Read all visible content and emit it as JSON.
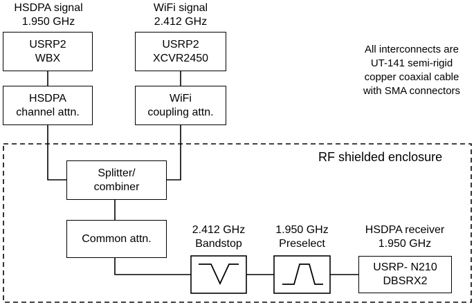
{
  "sources": {
    "hsdpa": {
      "signal_label": "HSDPA signal",
      "freq": "1.950 GHz"
    },
    "wifi": {
      "signal_label": "WiFi signal",
      "freq": "2.412 GHz"
    }
  },
  "blocks": {
    "usrp2_wbx": [
      "USRP2",
      "WBX"
    ],
    "usrp2_xcvr": [
      "USRP2",
      "XCVR2450"
    ],
    "hsdpa_attn": [
      "HSDPA",
      "channel attn."
    ],
    "wifi_attn": [
      "WiFi",
      "coupling attn."
    ],
    "splitter": [
      "Splitter/",
      "combiner"
    ],
    "common_attn": [
      "Common attn."
    ],
    "receiver": [
      "USRP- N210",
      "DBSRX2"
    ]
  },
  "filters": {
    "bandstop": {
      "line1": "2.412 GHz",
      "line2": "Bandstop"
    },
    "preselect": {
      "line1": "1.950 GHz",
      "line2": "Preselect"
    },
    "receiver": {
      "line1": "HSDPA receiver",
      "line2": "1.950 GHz"
    }
  },
  "note": [
    "All interconnects are",
    "UT-141 semi-rigid",
    "copper coaxial cable",
    "with SMA connectors"
  ],
  "enclosure_label": "RF shielded enclosure"
}
